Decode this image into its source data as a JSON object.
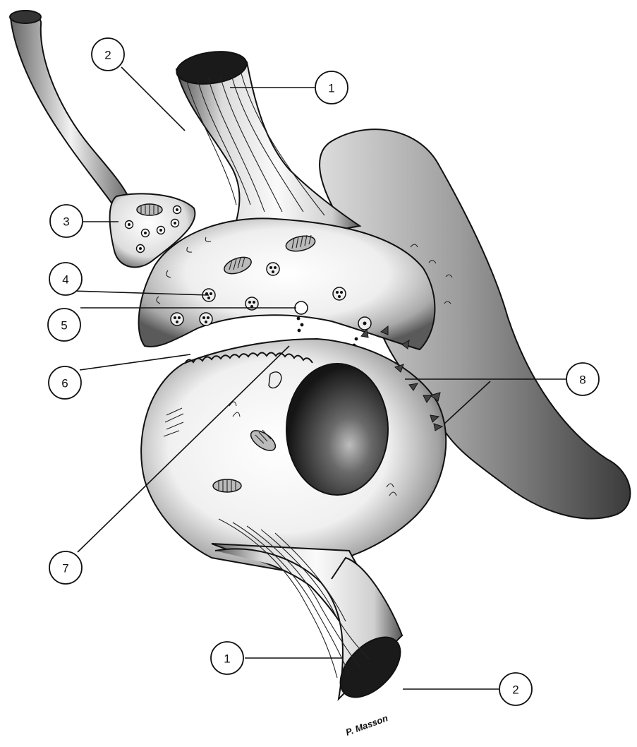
{
  "callouts": [
    {
      "id": "c1-top",
      "text": "1"
    },
    {
      "id": "c2-top",
      "text": "2"
    },
    {
      "id": "c3",
      "text": "3"
    },
    {
      "id": "c4",
      "text": "4"
    },
    {
      "id": "c5",
      "text": "5"
    },
    {
      "id": "c6",
      "text": "6"
    },
    {
      "id": "c7",
      "text": "7"
    },
    {
      "id": "c8",
      "text": "8"
    },
    {
      "id": "c1-bottom",
      "text": "1"
    },
    {
      "id": "c2-bottom",
      "text": "2"
    }
  ],
  "signature": "P. Masson",
  "colors": {
    "ink": "#111111",
    "background": "#ffffff",
    "tissue_light": "#fafafa",
    "tissue_dark": "#4a4a4a"
  }
}
